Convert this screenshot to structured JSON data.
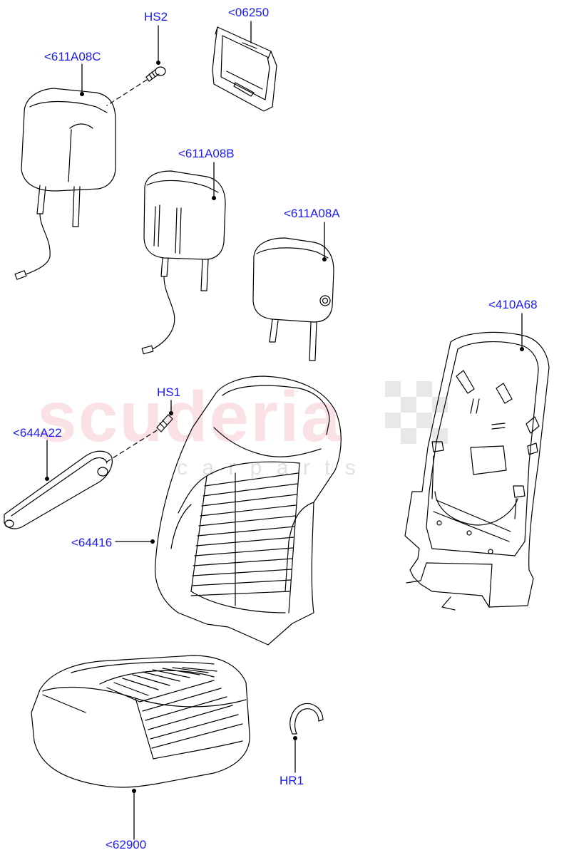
{
  "watermark": {
    "brand": "scuderia",
    "sub": "c a r   p a r t s"
  },
  "callouts": {
    "hs2": "HS2",
    "p06250": "<06250",
    "p611a08c": "<611A08C",
    "p611a08b": "<611A08B",
    "p611a08a": "<611A08A",
    "p410a68": "<410A68",
    "hs1": "HS1",
    "p644a22": "<644A22",
    "p64416": "<64416",
    "hr1": "HR1",
    "p62900": "<62900"
  },
  "colors": {
    "callout_text": "#1a1aff",
    "line_art": "#000000",
    "watermark": "#e87882"
  }
}
